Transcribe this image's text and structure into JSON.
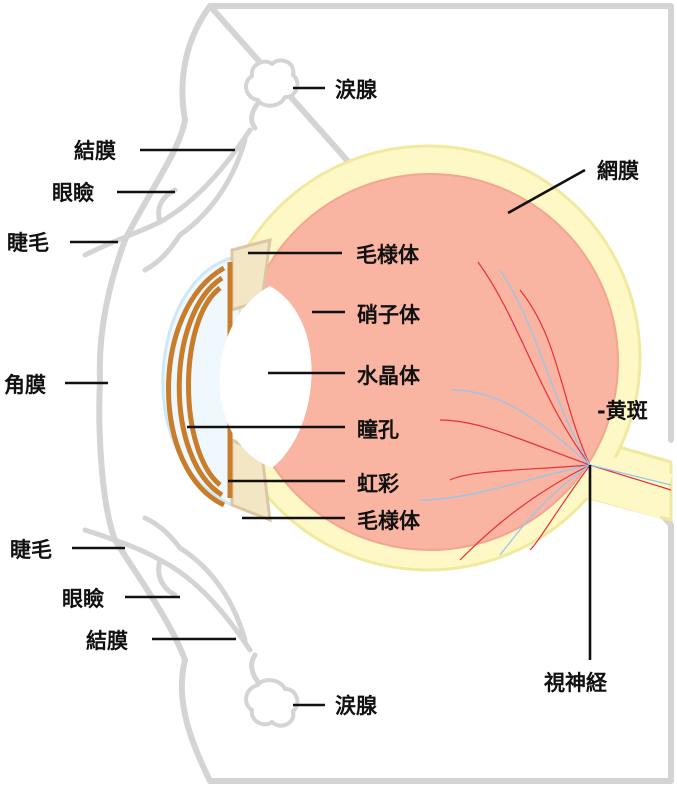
{
  "labels": {
    "lacrimal_top": "涙腺",
    "conjunctiva_top": "結膜",
    "eyelid_top": "眼瞼",
    "eyelash_top": "睫毛",
    "retina": "網膜",
    "ciliary_top": "毛様体",
    "vitreous": "硝子体",
    "lens": "水晶体",
    "cornea": "角膜",
    "pupil": "瞳孔",
    "macula": "-黄斑",
    "iris": "虹彩",
    "ciliary_bottom": "毛様体",
    "eyelash_bottom": "睫毛",
    "eyelid_bottom": "眼瞼",
    "conjunctiva_bottom": "結膜",
    "optic_nerve": "視神経",
    "lacrimal_bottom": "涙腺"
  },
  "colors": {
    "outline": "#d4d4d4",
    "sclera": "#fdf8c6",
    "retina": "#f9b4a2",
    "iris": "#c97d2a",
    "cornea": "#dcf0fa",
    "artery": "#e8303a",
    "vein": "#8ec8f0"
  }
}
